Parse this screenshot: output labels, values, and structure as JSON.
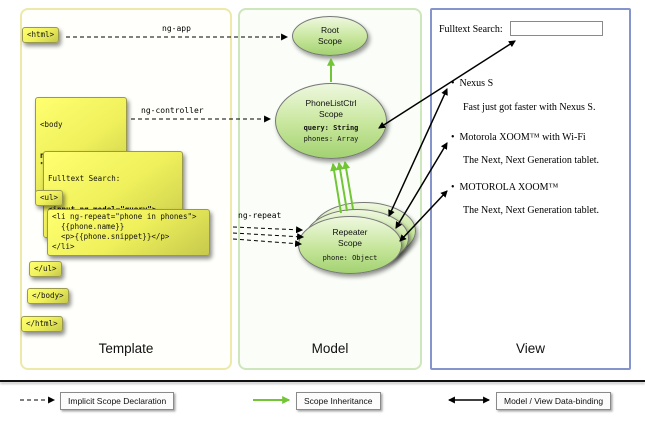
{
  "columns": {
    "template": {
      "label": "Template"
    },
    "model": {
      "label": "Model"
    },
    "view": {
      "label": "View"
    }
  },
  "code": {
    "html_open": "<html>",
    "body_tag": "<body",
    "body_attr": "ng-controller=\n\"PhoneListCtrl\">",
    "search_label": "Fulltext Search:",
    "search_input": "<input ng-model=\"query\">",
    "ul_open": "<ul>",
    "li_repeat": "<li ng-repeat=\"phone in phones\">\n  {{phone.name}}\n  <p>{{phone.snippet}}</p>\n</li>",
    "ul_close": "</ul>",
    "body_close": "</body>",
    "html_close": "</html>"
  },
  "arrows": {
    "ng_app": "ng-app",
    "ng_controller": "ng-controller",
    "ng_repeat": "ng-repeat"
  },
  "scopes": {
    "root": {
      "title": "Root\nScope"
    },
    "phone_list_ctrl": {
      "title": "PhoneListCtrl\nScope",
      "prop_query": "query: String",
      "prop_phones": "phones: Array"
    },
    "repeater": {
      "title": "Repeater\nScope",
      "prop_phone": "phone: Object"
    }
  },
  "view": {
    "search_label": "Fulltext Search:",
    "search_value": "",
    "items": [
      {
        "bullet": "•",
        "title": "Nexus S",
        "desc": "Fast just got faster with Nexus S."
      },
      {
        "bullet": "•",
        "title": "Motorola XOOM™ with Wi-Fi",
        "desc": "The Next, Next Generation tablet."
      },
      {
        "bullet": "•",
        "title": "MOTOROLA XOOM™",
        "desc": "The Next, Next Generation tablet."
      }
    ]
  },
  "legend": {
    "implicit": "Implicit Scope Declaration",
    "inheritance": "Scope Inheritance",
    "binding": "Model / View Data-binding"
  },
  "colors": {
    "inheritance_green": "#72c636",
    "snippet_yellow": "#eff05b",
    "scope_green": "#c7e69b",
    "view_border": "#8694cc"
  }
}
